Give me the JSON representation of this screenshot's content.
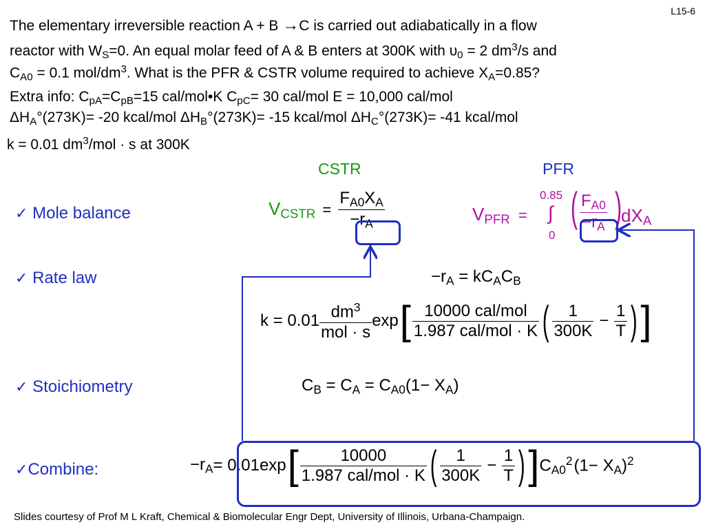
{
  "slide_id": "L15-6",
  "problem": {
    "line1_a": "The elementary irreversible reaction   A + B ",
    "line1_arrow": "→",
    "line1_b": "C is carried out adiabatically in a flow",
    "line2_a": "reactor with W",
    "line2_sub": "S",
    "line2_b": "=0.  An equal molar feed of A & B enters at 300K with ",
    "line2_upsilon": "υ",
    "line2_sub0": "0",
    "line2_c": " = 2 dm",
    "line2_sup": "3",
    "line2_d": "/s and",
    "line3_a": "C",
    "line3_sub": "A0",
    "line3_b": " = 0.1 mol/dm",
    "line3_sup": "3",
    "line3_c": ".  What is the PFR & CSTR volume required to achieve X",
    "line3_sub2": "A",
    "line3_d": "=0.85?"
  },
  "extra": {
    "l1_a": "Extra info: C",
    "l1_s1": "pA",
    "l1_b": "=C",
    "l1_s2": "pB",
    "l1_c": "=15 cal/mol•K   C",
    "l1_s3": "pC",
    "l1_d": "= 30 cal/mol   E = 10,000 cal/mol",
    "l2_a": "ΔH",
    "l2_s1": "A",
    "l2_b": "°(273K)= -20 kcal/mol   ΔH",
    "l2_s2": "B",
    "l2_c": "°(273K)= -15 kcal/mol   ΔH",
    "l2_s3": "C",
    "l2_d": "°(273K)= -41 kcal/mol",
    "l3_a": "k = 0.01 dm",
    "l3_sup": "3",
    "l3_b": "/mol · s  at 300K"
  },
  "headers": {
    "cstr": "CSTR",
    "pfr": "PFR"
  },
  "steps": {
    "mole_balance": "Mole balance",
    "rate_law": "Rate law",
    "stoichiometry": "Stoichiometry",
    "combine": "Combine:"
  },
  "check": "✓",
  "cstr_eq": {
    "v": "V",
    "v_sub": "CSTR",
    "eq": "=",
    "num_f": "F",
    "num_fs": "A0",
    "num_x": "X",
    "num_xs": "A",
    "den": "−r",
    "den_s": "A"
  },
  "pfr_eq": {
    "v": "V",
    "v_sub": "PFR",
    "eq": "=",
    "upper": "0.85",
    "lower": "0",
    "integral": "∫",
    "num": "F",
    "num_s": "A0",
    "den": "−r",
    "den_s": "A",
    "dx": "dX",
    "dx_s": "A"
  },
  "rate_law_eq": {
    "lhs": "−r",
    "lhs_s": "A",
    "eq": " = kC",
    "s1": "A",
    "c": "C",
    "s2": "B"
  },
  "k_eq": {
    "k": "k = 0.01",
    "u_num": "dm",
    "u_sup": "3",
    "u_den": "mol · s",
    "exp": "exp",
    "e_num": "10000 cal/mol",
    "e_den": "1.987 cal/mol · K",
    "one": "1",
    "t300": "300K",
    "minus": "−",
    "t": "T"
  },
  "stoich_eq": {
    "text_a": "C",
    "s1": "B",
    "text_b": " = C",
    "s2": "A",
    "text_c": " = C",
    "s3": "A0",
    "text_d": "(1− X",
    "s4": "A",
    "text_e": ")"
  },
  "combine_eq": {
    "lhs": "−r",
    "lhs_s": "A",
    "eq": " = 0.01exp",
    "e_num": "10000",
    "e_den": "1.987 cal/mol · K",
    "one": "1",
    "t300": "300K",
    "minus": "−",
    "t": "T",
    "c": "C",
    "c_s": "A0",
    "c_sup": "2",
    "tail": "(1− X",
    "tail_s": "A",
    "tail_e": ")",
    "tail_sup": "2"
  },
  "footer": "Slides courtesy of Prof M L Kraft, Chemical & Biomolecular Engr Dept, University of Illinois, Urbana-Champaign.",
  "colors": {
    "blue": "#1f2fbf",
    "green": "#139a13",
    "magenta": "#b0109f"
  }
}
